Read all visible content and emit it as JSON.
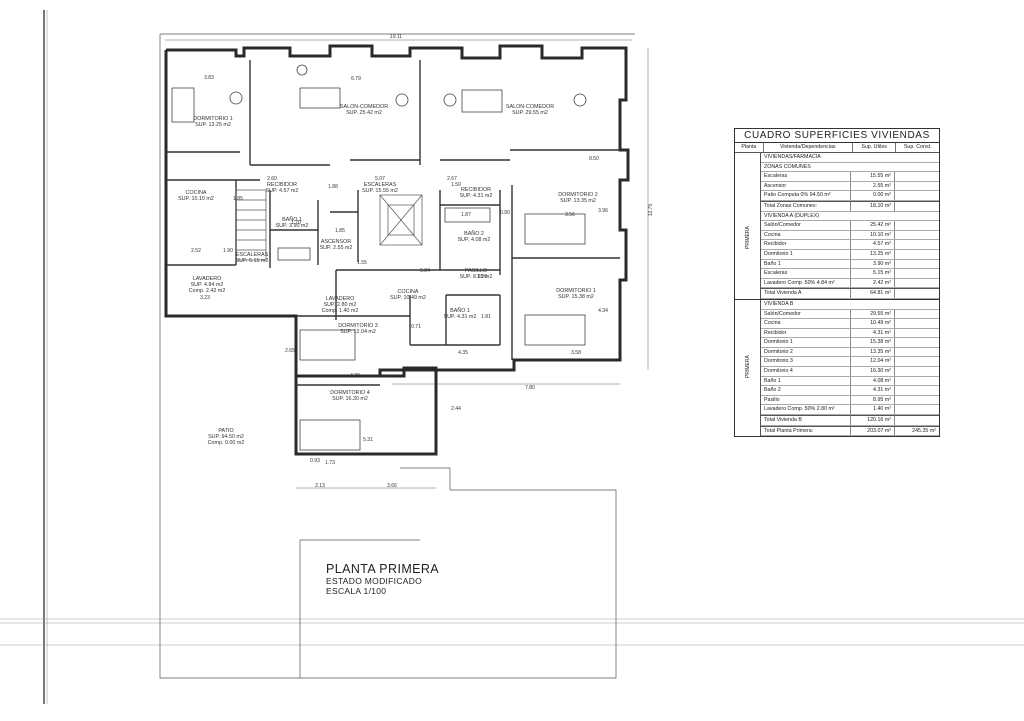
{
  "plan": {
    "overall_width": "19.11",
    "overall_height": "12.75",
    "rooms": [
      {
        "name": "DORMITORIO 1",
        "area": "SUP. 13.25 m2"
      },
      {
        "name": "SALON-COMEDOR",
        "area": "SUP. 25.42 m2"
      },
      {
        "name": "SALON-COMEDOR",
        "area": "SUP. 29.55 m2"
      },
      {
        "name": "COCINA",
        "area": "SUP. 10.10 m2"
      },
      {
        "name": "RECIBIDOR",
        "area": "SUP. 4.57 m2"
      },
      {
        "name": "ESCALERAS",
        "area": "SUP. 15.55 m2"
      },
      {
        "name": "RECIBIDOR",
        "area": "SUP. 4.31 m2"
      },
      {
        "name": "DORMITORIO 2",
        "area": "SUP. 13.35 m2"
      },
      {
        "name": "BAÑO 1",
        "area": "SUP. 3.90 m2"
      },
      {
        "name": "ASCENSOR",
        "area": "SUP. 2.55 m2"
      },
      {
        "name": "BAÑO 2",
        "area": "SUP. 4.08 m2"
      },
      {
        "name": "ESCALERAS",
        "area": "SUP. 5.15 m2"
      },
      {
        "name": "PASILLO",
        "area": "SUP. 8.95 m2"
      },
      {
        "name": "LAVADERO",
        "area": "SUP. 4.84 m2",
        "extra": "Comp. 2.42 m2"
      },
      {
        "name": "DORMITORIO 1",
        "area": "SUP. 15.38 m2"
      },
      {
        "name": "COCINA",
        "area": "SUP. 10.49 m2"
      },
      {
        "name": "LAVADERO",
        "area": "SUP. 2.80 m2",
        "extra": "Comp. 1.40 m2"
      },
      {
        "name": "BAÑO 1",
        "area": "SUP. 4.31 m2"
      },
      {
        "name": "DORMITORIO 3",
        "area": "SUP. 12.04 m2"
      },
      {
        "name": "DORMITORIO 4",
        "area": "SUP. 16.30 m2"
      },
      {
        "name": "PATIO",
        "area": "SUP. 94.50 m2",
        "extra": "Comp. 0.00 m2"
      }
    ],
    "dimensions": [
      "3.83",
      "6.79",
      "7.80",
      "2.60",
      "2.67",
      "1.85",
      "1.70",
      "2.52",
      "3.23",
      "3.56",
      "3.96",
      "5.84",
      "4.35",
      "4.39",
      "5.31",
      "1.73",
      "2.13",
      "3.66",
      "0.90",
      "1.20",
      "2.65",
      "0.71",
      "1.81",
      "3.58",
      "1.87",
      "0.93",
      "5.07",
      "1.88",
      "1.50",
      "8.50",
      "4.34",
      "1.85",
      "1.55",
      "1.90",
      "2.44"
    ]
  },
  "table": {
    "title": "CUADRO SUPERFICIES VIVIENDAS",
    "headers": [
      "Planta",
      "Vivienda/Dependencias",
      "Sup. Utiles",
      "Sup. Const."
    ],
    "planta_label": "PRIMERA",
    "block1": [
      {
        "label": "VIVIENDAS/FARMACIA",
        "v1": "",
        "v2": "",
        "kind": "section"
      },
      {
        "label": "ZONAS COMUNES",
        "v1": "",
        "v2": "",
        "kind": "section"
      },
      {
        "label": "Escaleras",
        "v1": "15.55 m²",
        "v2": ""
      },
      {
        "label": "Ascensor",
        "v1": "2.55 m²",
        "v2": ""
      },
      {
        "label": "Patio    Computa 0%   94.50 m²",
        "v1": "0.00 m²",
        "v2": ""
      },
      {
        "label": "Total Zonas Comunes:",
        "v1": "18.10 m²",
        "v2": "",
        "kind": "total"
      },
      {
        "label": "VIVIENDA A (DUPLEX)",
        "v1": "",
        "v2": "",
        "kind": "section"
      },
      {
        "label": "Salón/Comedor",
        "v1": "25.42 m²",
        "v2": ""
      },
      {
        "label": "Cocina",
        "v1": "10.10 m²",
        "v2": ""
      },
      {
        "label": "Recibidor",
        "v1": "4.57 m²",
        "v2": ""
      },
      {
        "label": "Dormitorio 1",
        "v1": "13.25 m²",
        "v2": ""
      },
      {
        "label": "Baño 1",
        "v1": "3.90 m²",
        "v2": ""
      },
      {
        "label": "Escaleras",
        "v1": "5.15 m²",
        "v2": ""
      },
      {
        "label": "Lavadero   Comp. 50%  4.84 m²",
        "v1": "2.42 m²",
        "v2": ""
      },
      {
        "label": "Total Vivienda A",
        "v1": "64.81 m²",
        "v2": "",
        "kind": "total"
      }
    ],
    "block2": [
      {
        "label": "VIVIENDA B",
        "v1": "",
        "v2": "",
        "kind": "section"
      },
      {
        "label": "Salón/Comedor",
        "v1": "29.55 m²",
        "v2": ""
      },
      {
        "label": "Cocina",
        "v1": "10.49 m²",
        "v2": ""
      },
      {
        "label": "Recibidor",
        "v1": "4.31 m²",
        "v2": ""
      },
      {
        "label": "Dormitorio 1",
        "v1": "15.38 m²",
        "v2": ""
      },
      {
        "label": "Dormitorio 2",
        "v1": "13.35 m²",
        "v2": ""
      },
      {
        "label": "Dormitorio 3",
        "v1": "12.04 m²",
        "v2": ""
      },
      {
        "label": "Dormitorio 4",
        "v1": "16.30 m²",
        "v2": ""
      },
      {
        "label": "Baño 1",
        "v1": "4.08 m²",
        "v2": ""
      },
      {
        "label": "Baño 2",
        "v1": "4.31 m²",
        "v2": ""
      },
      {
        "label": "Pasillo",
        "v1": "8.95 m²",
        "v2": ""
      },
      {
        "label": "Lavadero   Comp. 50%  2.80 m²",
        "v1": "1.40 m²",
        "v2": ""
      },
      {
        "label": "Total Vivienda B",
        "v1": "120.16 m²",
        "v2": "",
        "kind": "total"
      },
      {
        "label": "Total Planta Primera:",
        "v1": "203.07 m²",
        "v2": "245.35 m²",
        "kind": "total"
      }
    ]
  },
  "caption": {
    "line1": "PLANTA PRIMERA",
    "line2": "ESTADO MODIFICADO",
    "line3": "ESCALA 1/100"
  }
}
